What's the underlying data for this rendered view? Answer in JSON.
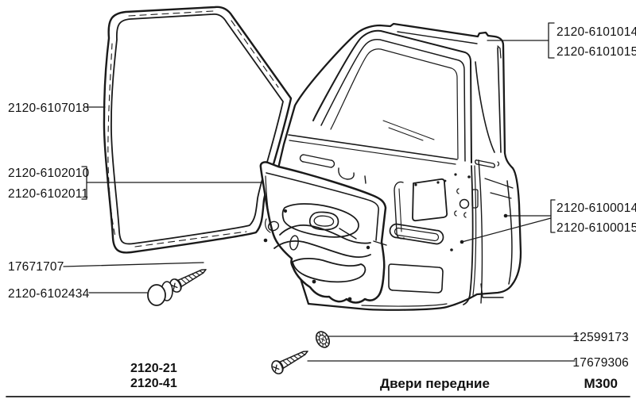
{
  "colors": {
    "background": "#ffffff",
    "line": "#1a1a1a",
    "text": "#111111"
  },
  "labels": {
    "weatherstrip": "2120-6107018",
    "trim_panel_a": "2120-6102010",
    "trim_panel_b": "2120-6102011",
    "trim_screw": "17671707",
    "plug": "2120-6102434",
    "door_assembly_a": "2120-6101014",
    "door_assembly_b": "2120-6101015",
    "door_panel_a": "2120-6100014",
    "door_panel_b": "2120-6100015",
    "washer_screw": "12599173",
    "mount_screw": "17679306"
  },
  "footer": {
    "model_codes": [
      "2120-21",
      "2120-41"
    ],
    "title": "Двери передние",
    "page_code": "M300"
  }
}
